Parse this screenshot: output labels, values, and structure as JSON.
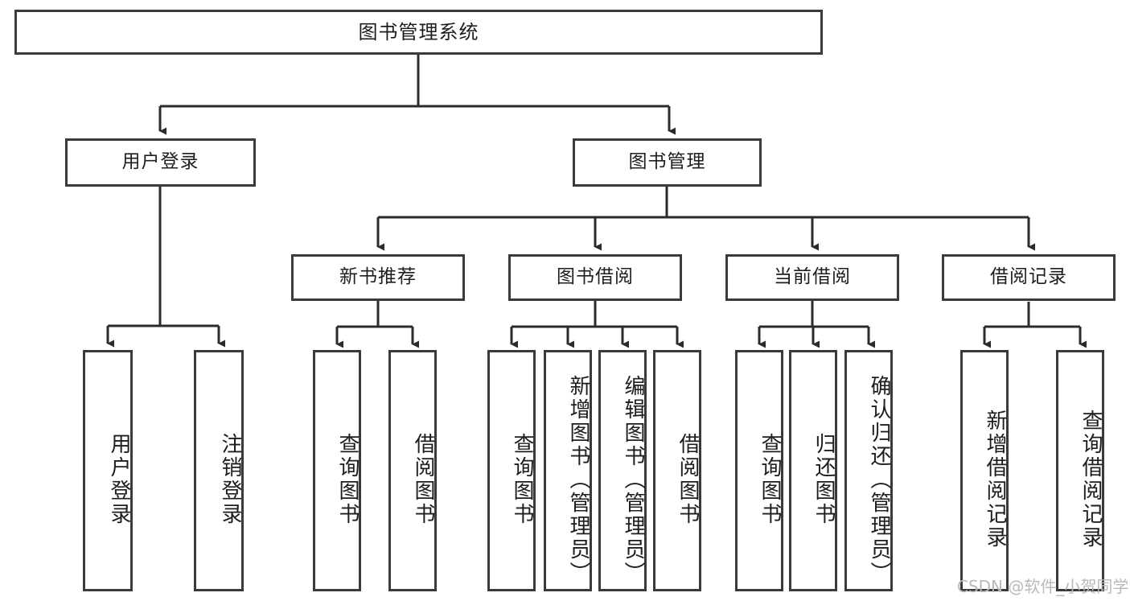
{
  "diagram": {
    "title": "图书管理系统",
    "type": "tree",
    "levels": 4,
    "style": {
      "box_fill": "#ffffff",
      "box_stroke": "#3a3a3a",
      "connector_stroke": "#2b2b2b",
      "text_color": "#1d1d1d",
      "background": "#ffffff"
    },
    "root": {
      "label": "图书管理系统"
    },
    "level2": [
      {
        "label": "用户登录"
      },
      {
        "label": "图书管理"
      }
    ],
    "level3": [
      {
        "label": "新书推荐"
      },
      {
        "label": "图书借阅"
      },
      {
        "label": "当前借阅"
      },
      {
        "label": "借阅记录"
      }
    ],
    "leaves": {
      "user_login": [
        {
          "label": "用户登录"
        },
        {
          "label": "注销登录"
        }
      ],
      "new_book_recommend": [
        {
          "label": "查询图书"
        },
        {
          "label": "借阅图书"
        }
      ],
      "book_borrow": [
        {
          "label": "查询图书"
        },
        {
          "label": "新增图书（管理员）"
        },
        {
          "label": "编辑图书（管理员）"
        },
        {
          "label": "借阅图书"
        }
      ],
      "current_borrow": [
        {
          "label": "查询图书"
        },
        {
          "label": "归还图书"
        },
        {
          "label": "确认归还（管理员）"
        }
      ],
      "borrow_record": [
        {
          "label": "新增借阅记录"
        },
        {
          "label": "查询借阅记录"
        }
      ]
    }
  },
  "watermark": {
    "text": "CSDN @软件_小贺同学"
  }
}
